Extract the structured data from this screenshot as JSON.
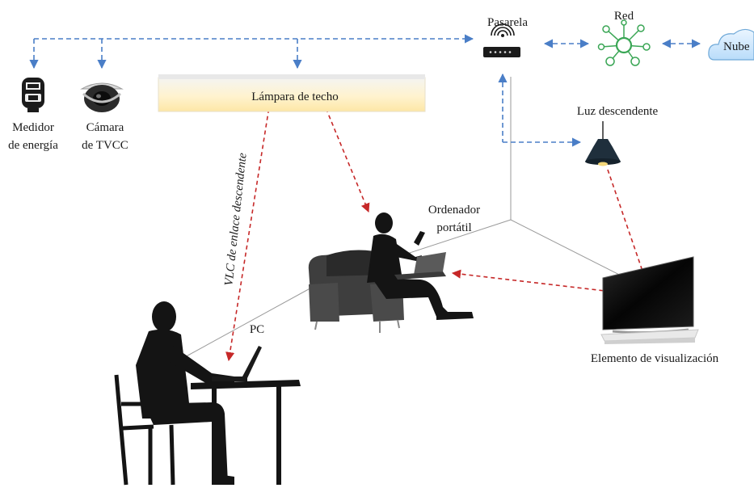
{
  "labels": {
    "gateway": "Pasarela",
    "network": "Red",
    "cloud": "Nube",
    "meter_line1": "Medidor",
    "meter_line2": "de energía",
    "camera_line1": "Cámara",
    "camera_line2": "de TVCC",
    "ceiling_lamp": "Lámpara de techo",
    "downlight": "Luz descendente",
    "laptop_line1": "Ordenador",
    "laptop_line2": "portátil",
    "pc": "PC",
    "vlc_downlink": "VLC de enlace descendente",
    "display": "Elemento de visualización"
  },
  "colors": {
    "network_link": "#4a7ec7",
    "light_ray": "#c62828",
    "room_edge": "#9a9a9a",
    "silhouette": "#141414",
    "network_icon": "#3aa655",
    "cloud_fill": "#cfe6fb"
  },
  "icons": [
    "energy-meter-icon",
    "cctv-camera-icon",
    "ceiling-lamp-panel",
    "router-icon",
    "network-hub-icon",
    "cloud-icon",
    "pendant-lamp-icon",
    "tv-display",
    "armchair",
    "person-seated-laptop",
    "person-at-desk",
    "desk",
    "chair",
    "laptop"
  ]
}
